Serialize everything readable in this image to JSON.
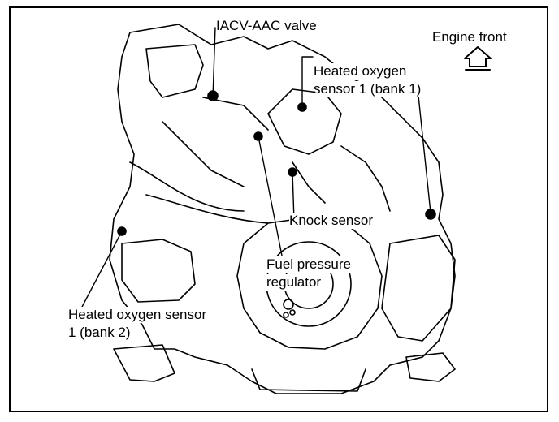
{
  "labels": {
    "iacv": "IACV-AAC valve",
    "engine_front": "Engine front",
    "ho2s_bank1_line1": "Heated oxygen",
    "ho2s_bank1_line2": "sensor 1 (bank 1)",
    "knock": "Knock sensor",
    "fuel_line1": "Fuel pressure",
    "fuel_line2": "regulator",
    "ho2s_bank2_line1": "Heated oxygen sensor",
    "ho2s_bank2_line2": "1 (bank 2)"
  },
  "colors": {
    "line": "#000000",
    "background": "#ffffff"
  }
}
